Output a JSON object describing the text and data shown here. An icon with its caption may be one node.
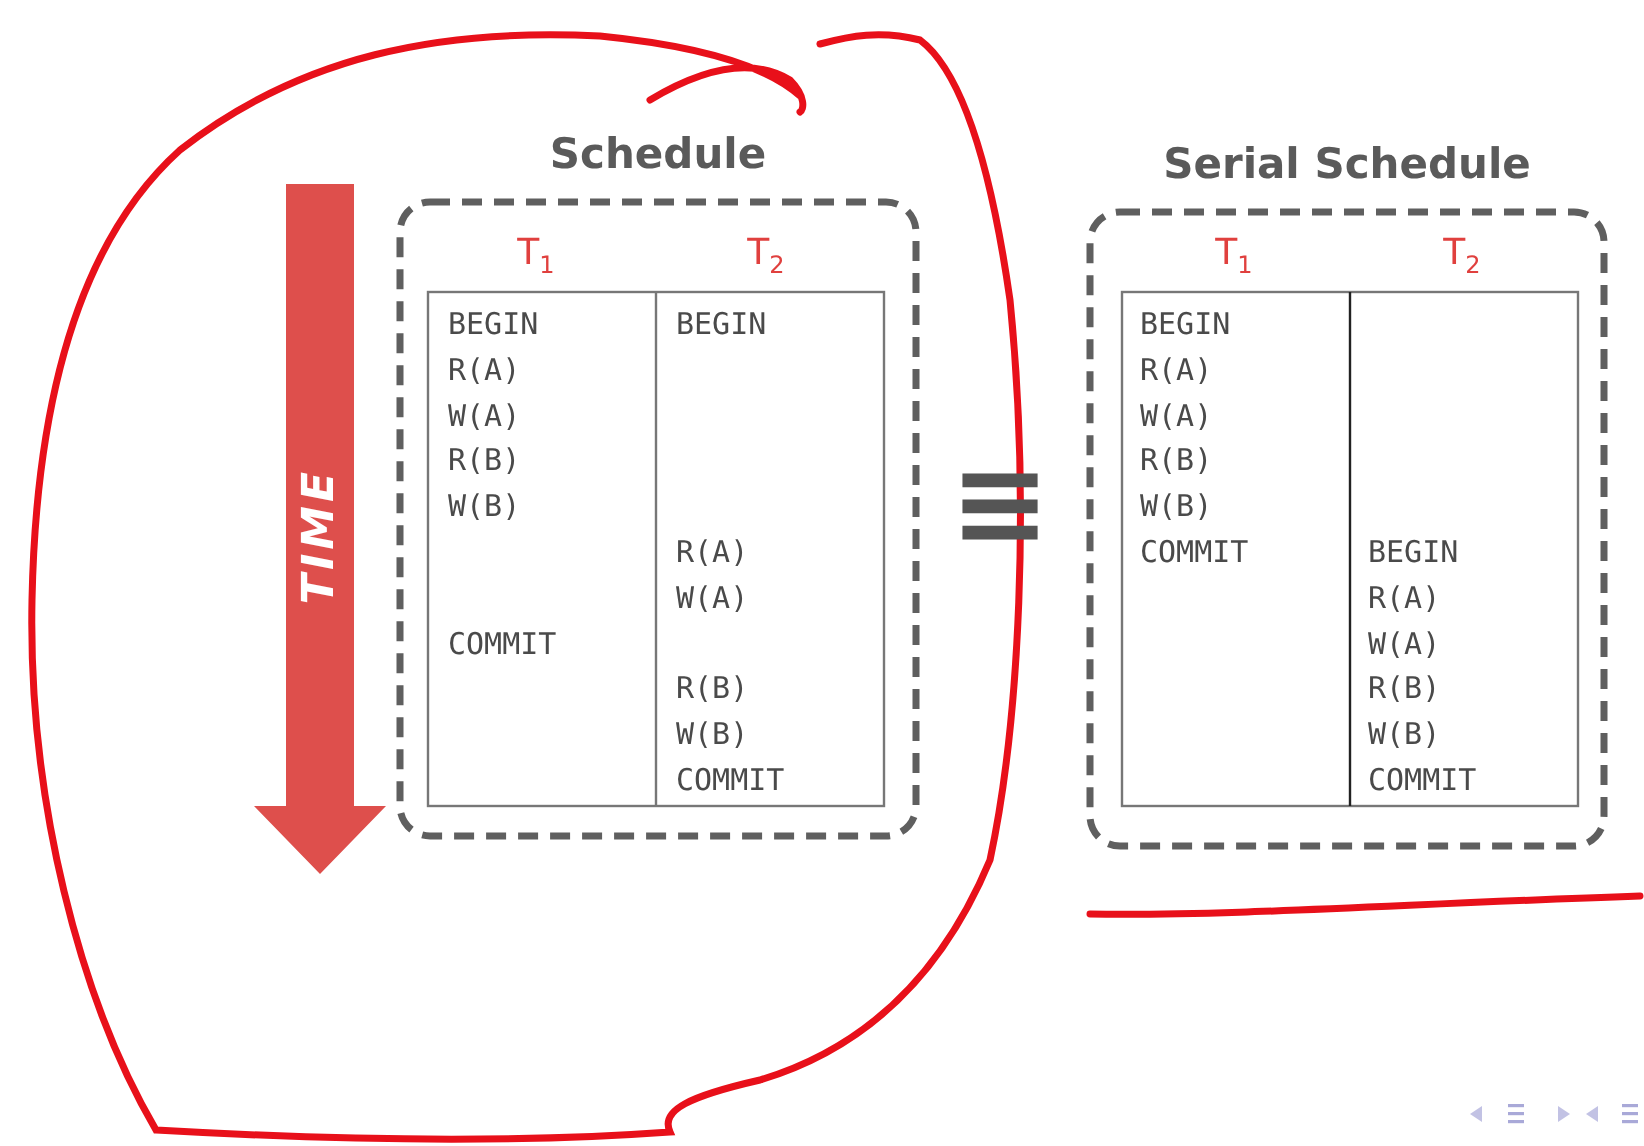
{
  "diagram": {
    "nodes": [
      {
        "text": [
          "Schedule"
        ]
      },
      {
        "text": [
          "Serial Schedule"
        ]
      }
    ],
    "edges": [],
    "labels": [
      "TIME",
      "T$_{1}$",
      "T$_{2}$",
      "BEGIN",
      "BEGIN",
      "R(A)",
      "W(A)",
      "R(B)",
      "W(B)",
      "R(A)",
      "W(A)",
      "COMMIT",
      "R(B)",
      "W(B)",
      "COMMIT",
      "≡",
      "T$_{1}$",
      "T$_{2}$",
      "BEGIN",
      "R(A)",
      "W(A)",
      "R(B)",
      "W(B)",
      "COMMIT",
      "BEGIN",
      "R(A)",
      "W(A)",
      "R(B)",
      "W(B)",
      "COMMIT"
    ]
  }
}
